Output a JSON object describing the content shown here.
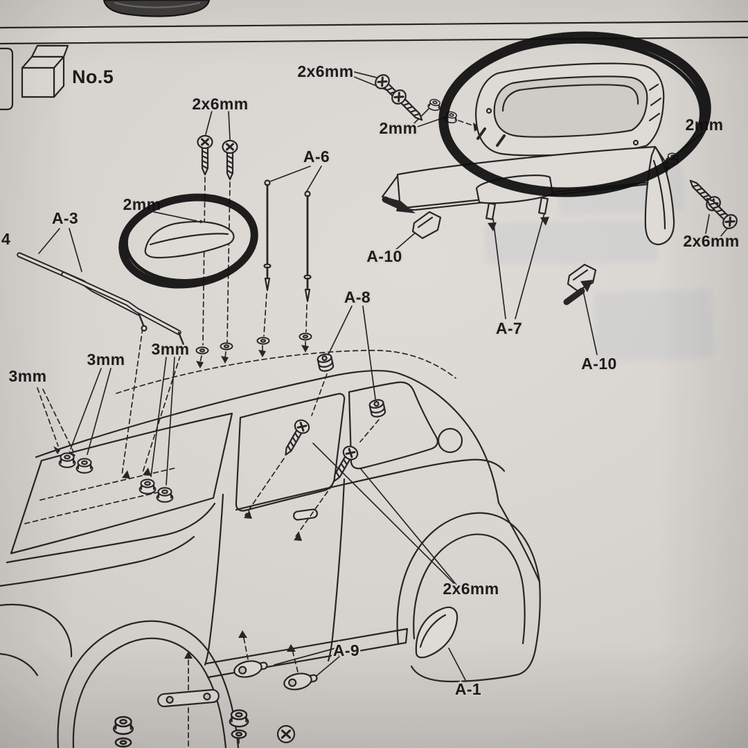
{
  "step": {
    "label": "No.5"
  },
  "callouts": {
    "tl_screws": "2x6mm",
    "tr_screws": "2x6mm",
    "right_screws": "2x6mm",
    "mid_screws": "2x6mm",
    "left_2mm": "2mm",
    "tr_2mm": "2mm",
    "right_2mm": "2mm",
    "mm3_far_left": "3mm",
    "mm3_left": "3mm",
    "mm3_center": "3mm"
  },
  "parts": {
    "a1": "A-1",
    "a3": "A-3",
    "a4_cropped": "4",
    "a6": "A-6",
    "a7": "A-7",
    "a8": "A-8",
    "a9": "A-9",
    "a10_left": "A-10",
    "a10_right": "A-10"
  },
  "icons": {
    "step_box": "parts-box-icon"
  },
  "highlight": {
    "marker_color": "#0f0f0f",
    "circled_regions": 2
  },
  "colors": {
    "paper": "#d8d5d0",
    "ink": "#262626",
    "label_text": "#1c1c1c"
  }
}
